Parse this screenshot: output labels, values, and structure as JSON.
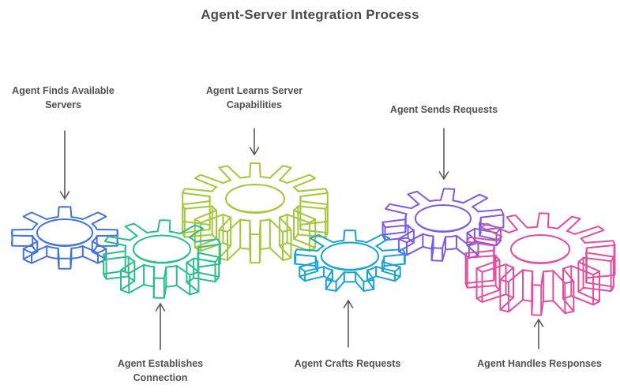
{
  "title": "Agent-Server Integration Process",
  "colors": {
    "background": "#ffffff",
    "title_text": "#4a4a4a",
    "label_text": "#525252",
    "arrow": "#5a5a5a"
  },
  "diagram": {
    "type": "gear-process-diagram",
    "gears": [
      {
        "id": "finds-servers",
        "label": "Agent Finds Available Servers",
        "color": "#4273d6",
        "label_position": "top"
      },
      {
        "id": "establishes-connection",
        "label": "Agent Establishes Connection",
        "color": "#2abd8d",
        "label_position": "bottom"
      },
      {
        "id": "learns-capabilities",
        "label": "Agent Learns Server Capabilities",
        "color": "#a2c73d",
        "label_position": "top"
      },
      {
        "id": "crafts-requests",
        "label": "Agent Crafts Requests",
        "color": "#18a3d2",
        "label_position": "bottom"
      },
      {
        "id": "sends-requests",
        "label": "Agent Sends Requests",
        "color": "#7d5ce1",
        "label_position": "top"
      },
      {
        "id": "handles-responses",
        "label": "Agent Handles Responses",
        "color": "#e0509f",
        "label_position": "bottom"
      }
    ]
  }
}
